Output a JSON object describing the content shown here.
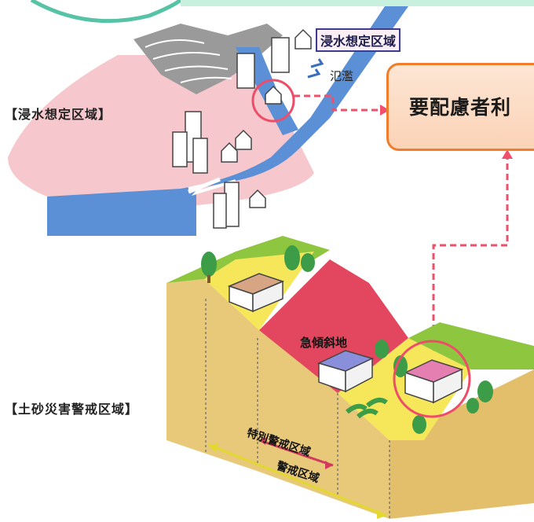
{
  "labels": {
    "flood_zone_left": "【浸水想定区域】",
    "flood_zone_tag": "浸水想定区域",
    "overflow": "氾濫",
    "facility": "要配慮者利",
    "steep_slope": "急傾斜地",
    "sediment_zone": "【土砂災害警戒区域】",
    "special_alert_zone": "特別警戒区域",
    "alert_zone": "警戒区域"
  },
  "colors": {
    "flood_area": "#f6c7cc",
    "river": "#5b8fd6",
    "hill": "#8f8f8f",
    "facility_border": "#f07d2c",
    "facility_fill": "#fde0cb",
    "highlight_circle": "#ee4d6a",
    "arrow_dashed": "#f0506b",
    "grass": "#8fc640",
    "yellow_zone": "#f6e65a",
    "red_zone": "#e2475f",
    "soil": "#e8c879",
    "zone_arrow_yellow": "#e2d82f",
    "zone_arrow_red": "#d23a5c",
    "tree": "#3c9c48"
  }
}
